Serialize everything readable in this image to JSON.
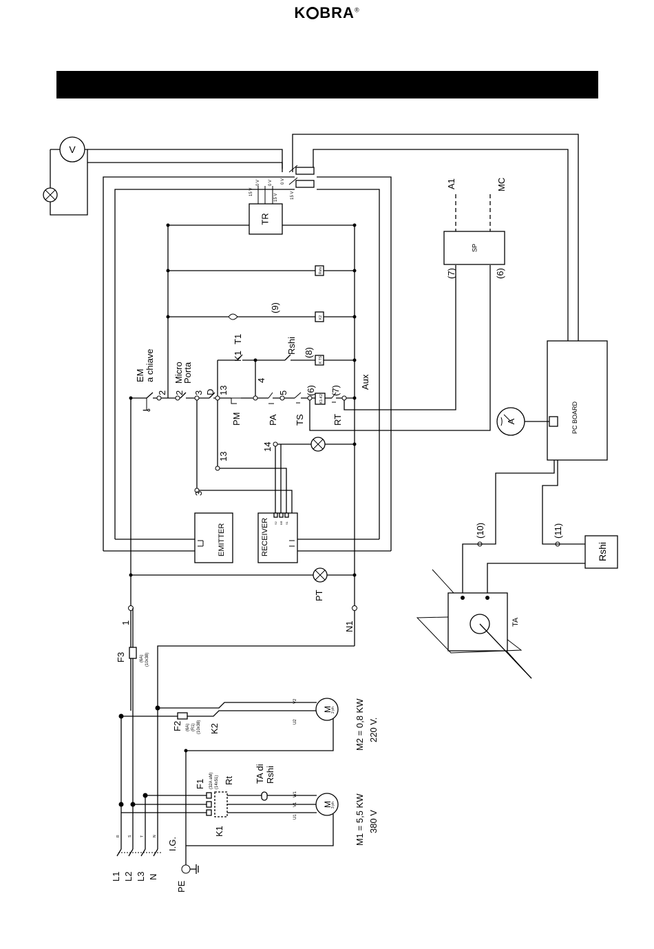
{
  "header": {
    "brand": "K",
    "brand_rest": "BRA",
    "registered": "®"
  },
  "diagram": {
    "boxes": {
      "tr": "TR",
      "sp": "SP",
      "pc_board": "PC BOARD",
      "emitter": "EMITTER",
      "receiver": "RECEIVER",
      "rshi_box": "Rshi",
      "ta": "TA"
    },
    "labels": {
      "v": "V",
      "a": "A",
      "a1": "A1",
      "mc": "MC",
      "sp_in": "(7)",
      "sp_out": "(6)",
      "v15": "15 V",
      "v0": "0 V",
      "n9": "(9)",
      "k1": "K1",
      "t1": "T1",
      "rshi": "Rshi",
      "n8": "(8)",
      "em": "EM",
      "a_chiave": "a chiave",
      "micro": "Micro",
      "porta": "Porta",
      "t2a": "2",
      "t2b": "2",
      "t3": "3",
      "d": "D",
      "t13": "13",
      "t4": "4",
      "t5": "5",
      "t6": "(6)",
      "t7": "(7)",
      "aux": "Aux",
      "pm": "PM",
      "pa": "PA",
      "ts": "TS",
      "rt": "RT",
      "t14": "14",
      "t13b": "13",
      "t3b": "3",
      "pt": "PT",
      "n1": "N1",
      "one": "1",
      "f3": "F3",
      "f3_rating": "(6A)",
      "f3_size": "(10x38)",
      "f2": "F2",
      "f2_rating": "(6A)",
      "f2_class": "(R1)",
      "f2_size": "(10x38)",
      "k2": "K2",
      "f1": "F1",
      "f1_rating": "(32A aM)",
      "f1_size": "(14x51)",
      "rt_relay": "Rt",
      "ta_di": "TA di",
      "ta_rshi": "Rshi",
      "k1_main": "K1",
      "ig": "I.G.",
      "l1": "L1",
      "l2": "L2",
      "l3": "L3",
      "n": "N",
      "pe": "PE",
      "r": "R",
      "s": "S",
      "t": "T",
      "n_small": "N",
      "m2": "M2 = 0,8 KW",
      "m2_v": "220 V.",
      "m1": "M1 = 5,5 KW",
      "m1_v": "380 V",
      "m_sym": "M",
      "m2_ph": "2 ph",
      "m1_ph": "3 ph",
      "u1": "U1",
      "v1": "V1",
      "w1": "W1",
      "u2": "U2",
      "v2": "V2",
      "n10": "(10)",
      "n11": "(11)",
      "rshi_small": "Rshi",
      "k2_small": "K2",
      "kts_small": "K TS",
      "k1k2_small": "K1-K2",
      "rx_pin1": "S2",
      "rx_pin2": "BR",
      "rx_pin3": "S1"
    }
  }
}
